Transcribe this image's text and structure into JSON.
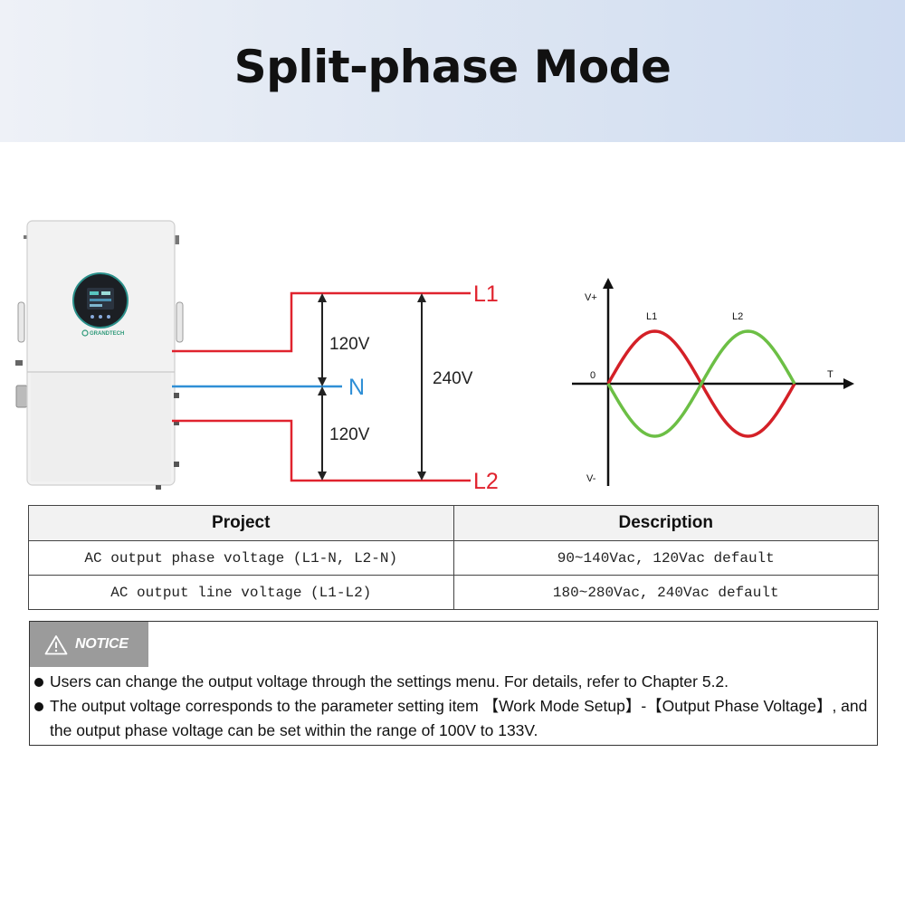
{
  "banner": {
    "title": "Split-phase Mode"
  },
  "device": {
    "brand": "GRANDTECH"
  },
  "wiring": {
    "l1_label": "L1",
    "n_label": "N",
    "l2_label": "L2",
    "upper_voltage": "120V",
    "lower_voltage": "120V",
    "line_voltage": "240V",
    "colors": {
      "line": "#e0232e",
      "neutral": "#2f8fd6"
    }
  },
  "waveform": {
    "y_pos_label": "V+",
    "y_neg_label": "V-",
    "x_label": "T",
    "origin_label": "0",
    "l1_label": "L1",
    "l2_label": "L2",
    "colors": {
      "l1": "#d42027",
      "l2": "#6cbf45"
    }
  },
  "table": {
    "headers": [
      "Project",
      "Description"
    ],
    "rows": [
      [
        "AC output phase voltage (L1-N, L2-N)",
        "90~140Vac, 120Vac default"
      ],
      [
        "AC output line voltage (L1-L2)",
        "180~280Vac, 240Vac default"
      ]
    ]
  },
  "notice": {
    "label": "NOTICE",
    "icon": "warning-triangle-icon",
    "items": [
      "Users can change the output voltage through the settings menu. For details, refer to Chapter 5.2.",
      "The output voltage corresponds to the parameter setting item 【Work Mode Setup】-【Output Phase Voltage】, and the output phase voltage can be set within the range of 100V to 133V."
    ]
  }
}
